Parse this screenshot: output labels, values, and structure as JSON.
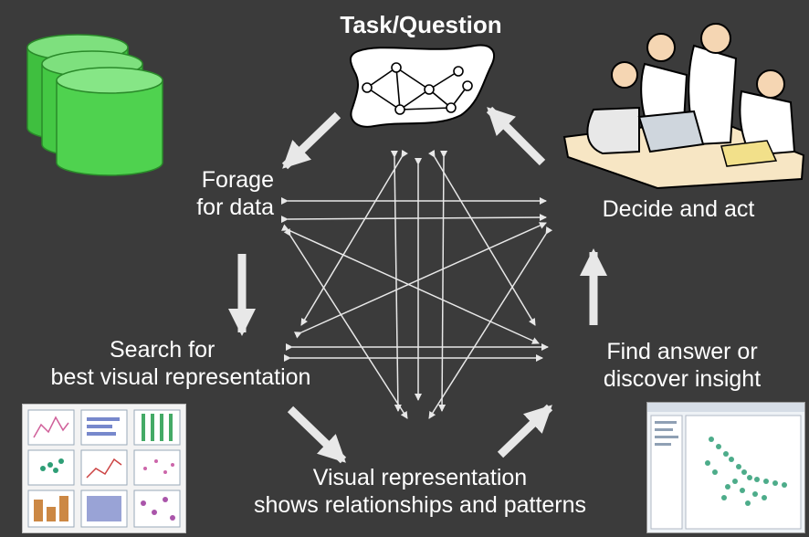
{
  "title": "Task/Question",
  "nodes": {
    "forage_line1": "Forage",
    "forage_line2": "for data",
    "decide": "Decide and act",
    "search_line1": "Search for",
    "search_line2": "best visual representation",
    "find_line1": "Find answer or",
    "find_line2": "discover insight",
    "visual_line1": "Visual representation",
    "visual_line2": "shows relationships and patterns"
  },
  "colors": {
    "background": "#3b3b3b",
    "text": "#ffffff",
    "arrow": "#e8e8e8",
    "database": "#5cd65c",
    "scatter_points": "#2e9e76"
  },
  "icons": [
    "database-icon",
    "graph-network-icon",
    "people-meeting-clipart",
    "visualization-thumbnails",
    "scatterplot-screenshot"
  ]
}
